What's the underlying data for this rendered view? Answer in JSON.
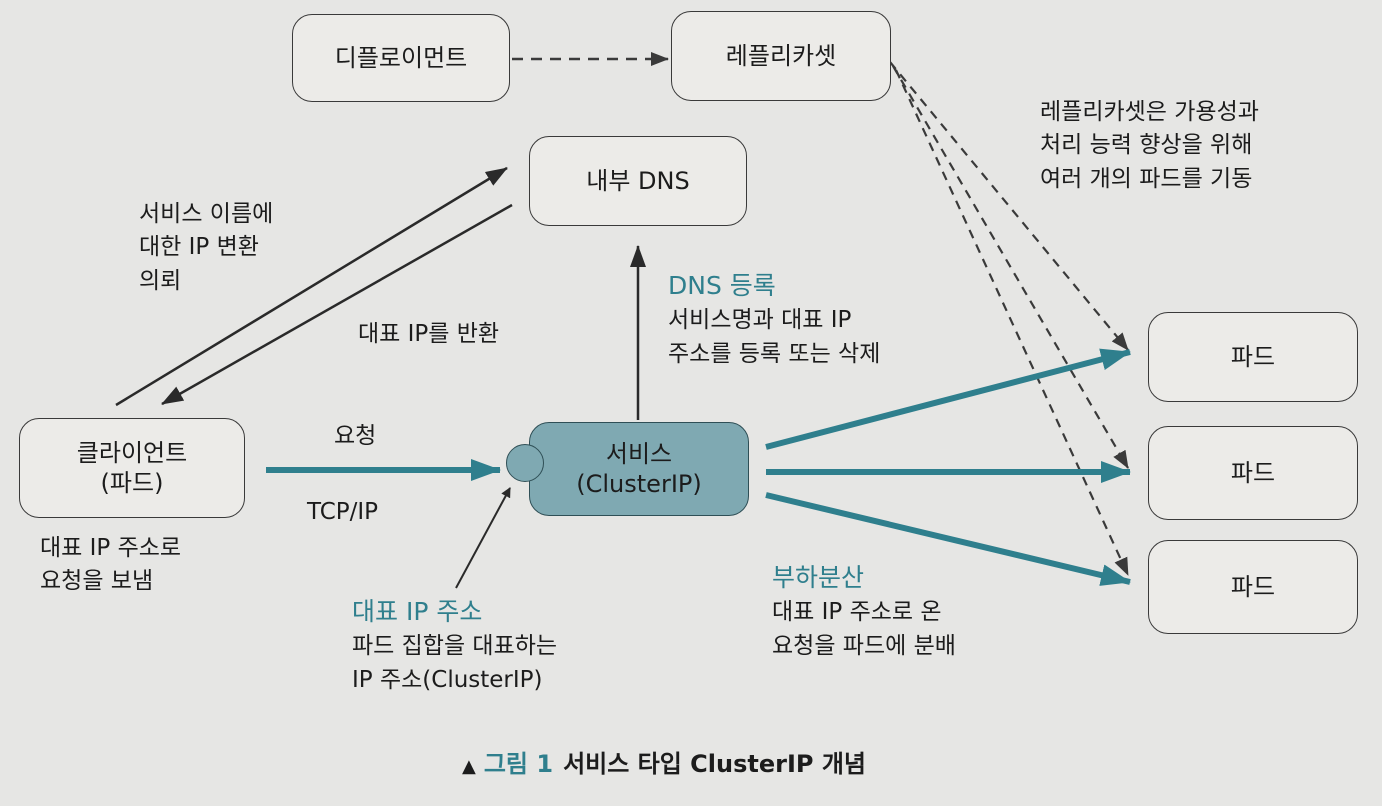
{
  "nodes": {
    "deployment": "디플로이먼트",
    "replicaset": "레플리카셋",
    "dns": "내부 DNS",
    "client_line1": "클라이언트",
    "client_line2": "(파드)",
    "service_line1": "서비스",
    "service_line2": "(ClusterIP)",
    "pods": [
      "파드",
      "파드",
      "파드"
    ]
  },
  "labels": {
    "replicaset_note": [
      "레플리카셋은 가용성과",
      "처리 능력 향상을 위해",
      "여러 개의 파드를 기동"
    ],
    "dns_query": [
      "서비스 이름에",
      "대한 IP 변환",
      "의뢰"
    ],
    "return_ip": "대표 IP를 반환",
    "dns_register_title": "DNS 등록",
    "dns_register_body": [
      "서비스명과 대표 IP",
      "주소를 등록 또는 삭제"
    ],
    "request": "요청",
    "tcpip": "TCP/IP",
    "client_note": [
      "대표 IP 주소로",
      "요청을 보냄"
    ],
    "cluster_ip_title": "대표 IP 주소",
    "cluster_ip_body": [
      "파드 집합을 대표하는",
      "IP 주소(ClusterIP)"
    ],
    "lb_title": "부하분산",
    "lb_body": [
      "대표 IP 주소로 온",
      "요청을 파드에 분배"
    ]
  },
  "caption": {
    "marker": "▲",
    "figure": "그림 1",
    "text": "서비스 타입 ClusterIP 개념"
  },
  "colors": {
    "teal_arrow": "#2f7f8d",
    "teal_text": "#2f7f8d",
    "service_fill": "#7fa9b2",
    "box_fill": "#ecebe8",
    "background": "#e6e6e4"
  }
}
